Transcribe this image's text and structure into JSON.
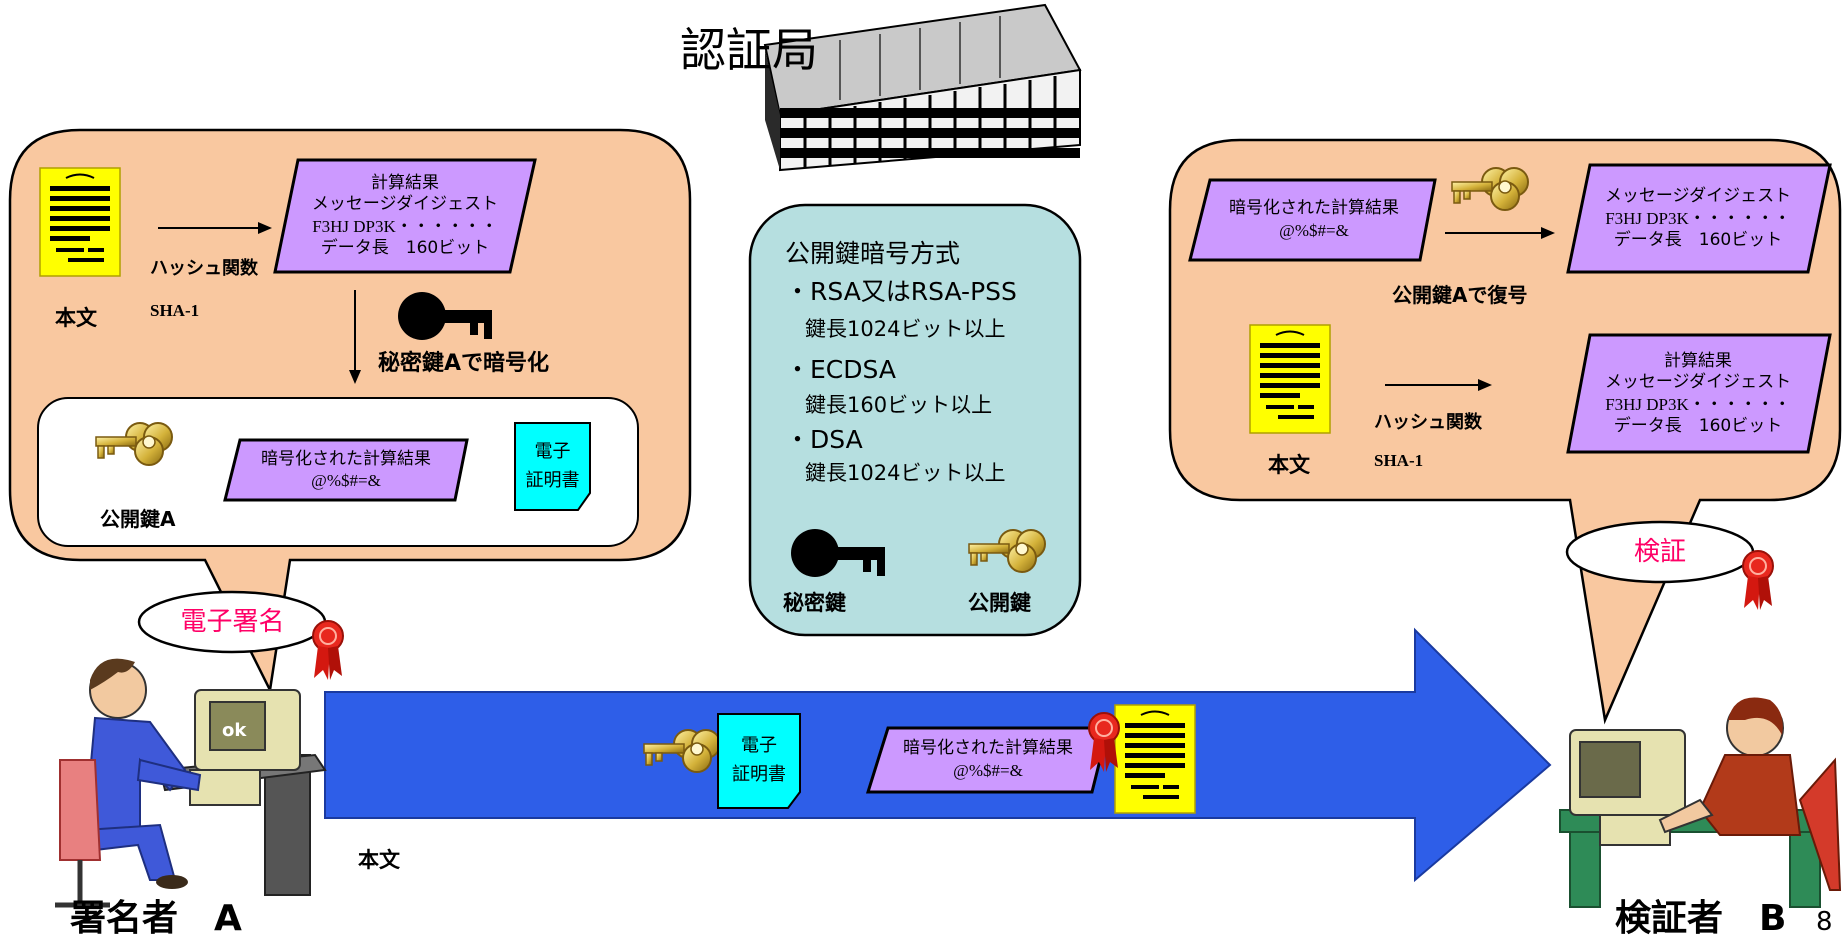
{
  "colors": {
    "bubble_fill": "#f9c8a0",
    "purple_box": "#cc99ff",
    "ca_panel": "#b6dfe0",
    "arrow_blue": "#2e5ee8",
    "yellow_doc": "#ffff00",
    "cyan_doc": "#00ffff",
    "accent_pink": "#ff0066"
  },
  "ca": {
    "title": "認証局",
    "panel_title": "公開鍵暗号方式",
    "methods": [
      {
        "name": "・RSA又はRSA-PSS",
        "detail": "鍵長1024ビット以上"
      },
      {
        "name": "・ECDSA",
        "detail": "鍵長160ビット以上"
      },
      {
        "name": "・DSA",
        "detail": "鍵長1024ビット以上"
      }
    ],
    "private_key_label": "秘密鍵",
    "public_key_label": "公開鍵"
  },
  "signer": {
    "body_label": "本文",
    "hash_label": "ハッシュ関数",
    "hash_algo": "SHA-1",
    "digest": {
      "line1": "計算結果",
      "line2": "メッセージダイジェスト",
      "line3": "F3HJ DP3K・・・・・・",
      "line4": "データ長　160ビット"
    },
    "encrypt_label": "秘密鍵Aで暗号化",
    "encrypted": {
      "line1": "暗号化された計算結果",
      "line2": "@%$#=&"
    },
    "public_key_label": "公開鍵A",
    "cert": {
      "line1": "電子",
      "line2": "証明書"
    },
    "badge": "電子署名",
    "name": "署名者　A"
  },
  "verifier": {
    "encrypted": {
      "line1": "暗号化された計算結果",
      "line2": "@%$#=&"
    },
    "decrypt_label": "公開鍵Aで復号",
    "digest_top": {
      "line1": "メッセージダイジェスト",
      "line2": "F3HJ DP3K・・・・・・",
      "line3": "データ長　160ビット"
    },
    "body_label": "本文",
    "hash_label": "ハッシュ関数",
    "hash_algo": "SHA-1",
    "digest_bottom": {
      "line1": "計算結果",
      "line2": "メッセージダイジェスト",
      "line3": "F3HJ DP3K・・・・・・",
      "line4": "データ長　160ビット"
    },
    "badge": "検証",
    "name": "検証者　B"
  },
  "transfer": {
    "cert": {
      "line1": "電子",
      "line2": "証明書"
    },
    "encrypted": {
      "line1": "暗号化された計算結果",
      "line2": "@%$#=&"
    },
    "body_label": "本文"
  },
  "page_number": "8"
}
